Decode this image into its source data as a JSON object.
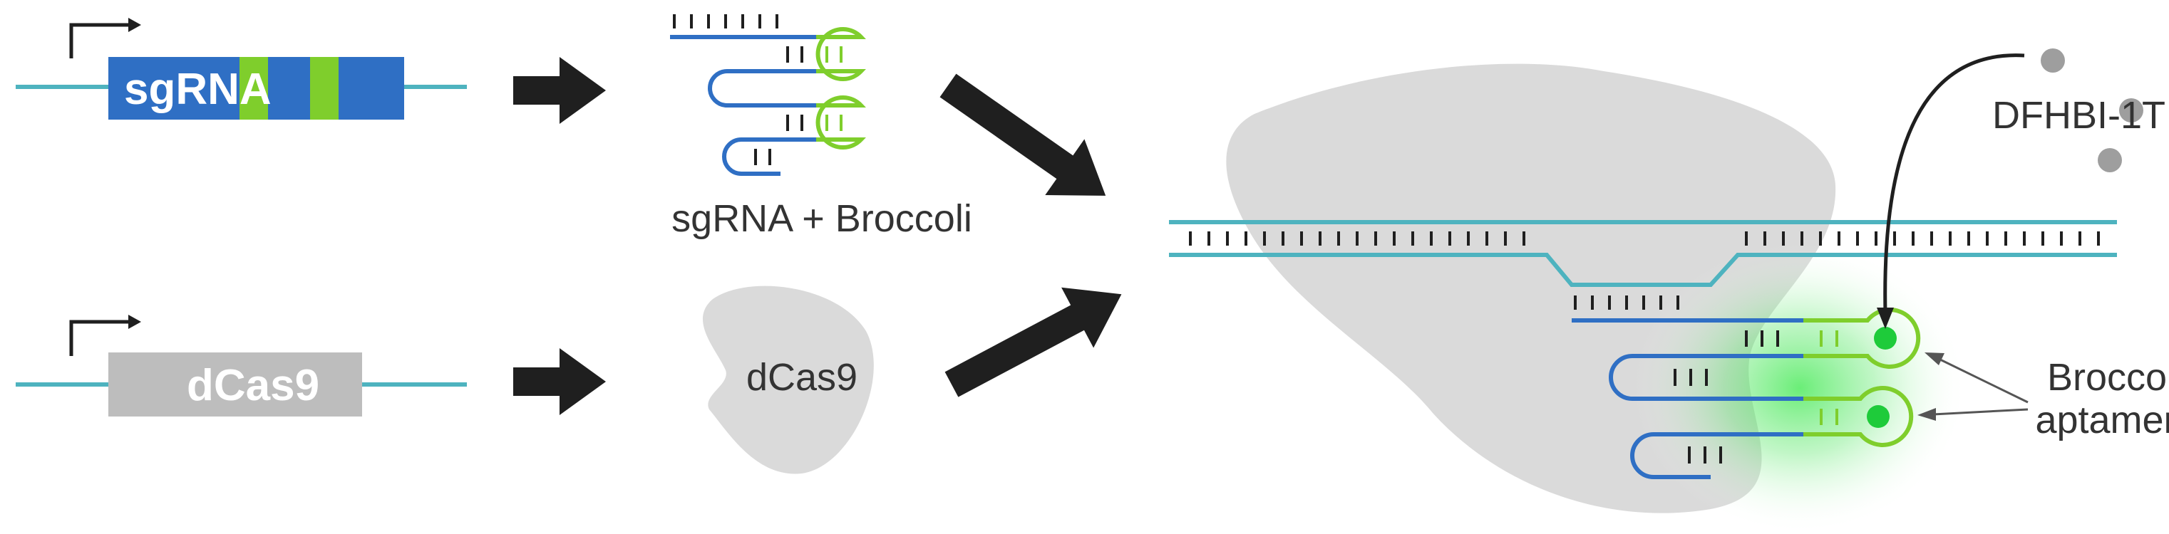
{
  "colors": {
    "teal": "#4eb3bf",
    "blue": "#2f6fc4",
    "green": "#7fce2c",
    "grey": "#bdbdbd",
    "blob": "#dadada",
    "dark": "#1f1f1f",
    "glow": "#39e84a"
  },
  "labels": {
    "sgrna_gene": "sgRNA",
    "dcas9_gene": "dCas9",
    "sgrna_broccoli": "sgRNA + Broccoli",
    "dcas9_protein": "dCas9",
    "dfhbi": "DFHBI-1T",
    "aptamers_line1": "Broccoli",
    "aptamers_line2": "aptamers"
  },
  "icons": {
    "promoter": "promoter-arrow-icon",
    "flow_arrow": "flow-arrow-icon",
    "fluorophore": "fluorophore-dot-icon"
  }
}
